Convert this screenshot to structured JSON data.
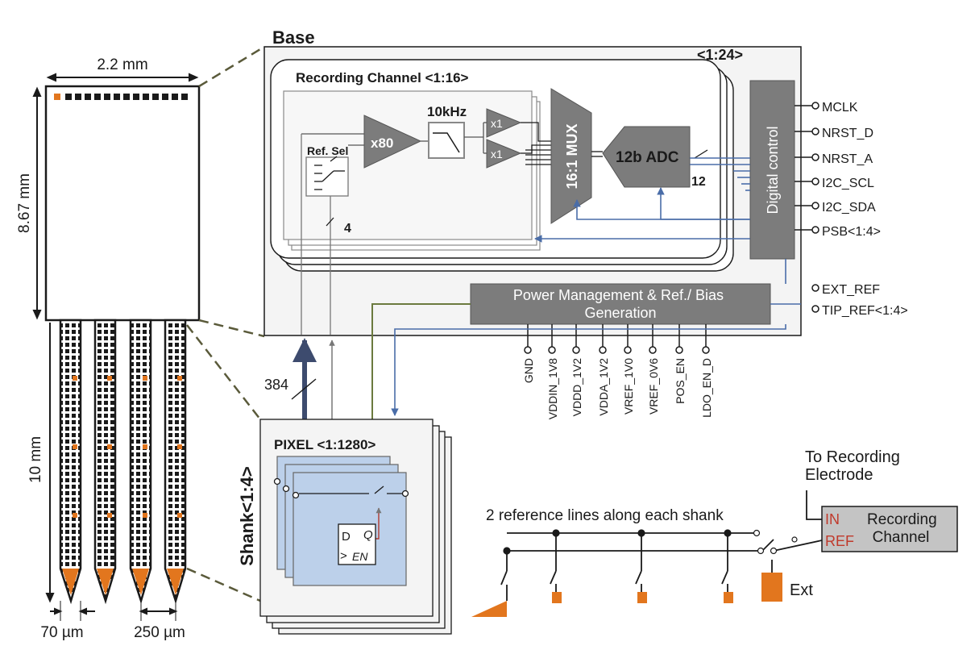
{
  "colors": {
    "accent_orange": "#e2761e",
    "block_gray": "#7c7c7c",
    "dark_gray": "#666666",
    "blue_line": "#4a6da8",
    "dark_blue_bus": "#3d4b6e",
    "olive_line": "#6b7a3e",
    "pixel_fill": "#bcd0ea",
    "rx_red": "#c0392b"
  },
  "probe": {
    "width_label": "2.2 mm",
    "base_height_label": "8.67 mm",
    "shank_length_label": "10 mm",
    "shank_width_label": "70 µm",
    "shank_pitch_label": "250 µm"
  },
  "base": {
    "title": "Base",
    "multiplicity": "<1:24>",
    "recording_channel": "Recording Channel <1:16>",
    "ref_sel": "Ref. Sel",
    "gain": "x80",
    "filter": "10kHz",
    "buffer": "x1",
    "mux": "16:1 MUX",
    "adc": "12b ADC",
    "adc_bits": "12",
    "ref_bus": "4",
    "digital": "Digital control",
    "power": "Power Management & Ref./ Bias Generation"
  },
  "pins_right": [
    "MCLK",
    "NRST_D",
    "NRST_A",
    "I2C_SCL",
    "I2C_SDA",
    "PSB<1:4>",
    "EXT_REF",
    "TIP_REF<1:4>"
  ],
  "pins_bottom": [
    "GND",
    "VDDIN_1V8",
    "VDDD_1V2",
    "VDDA_1V2",
    "VREF_1V0",
    "VREF_0V6",
    "POS_EN",
    "LDO_EN_D"
  ],
  "shank": {
    "label": "Shank<1:4>",
    "pixel": "PIXEL <1:1280>",
    "bus": "384",
    "ff_d": "D",
    "ff_q": "Q",
    "ff_en": "EN",
    "ff_clk": ">"
  },
  "reference": {
    "to_electrode": "To Recording Electrode",
    "lines": "2 reference lines along each shank",
    "in": "IN",
    "ref": "REF",
    "channel": "Recording Channel",
    "ext": "Ext"
  }
}
